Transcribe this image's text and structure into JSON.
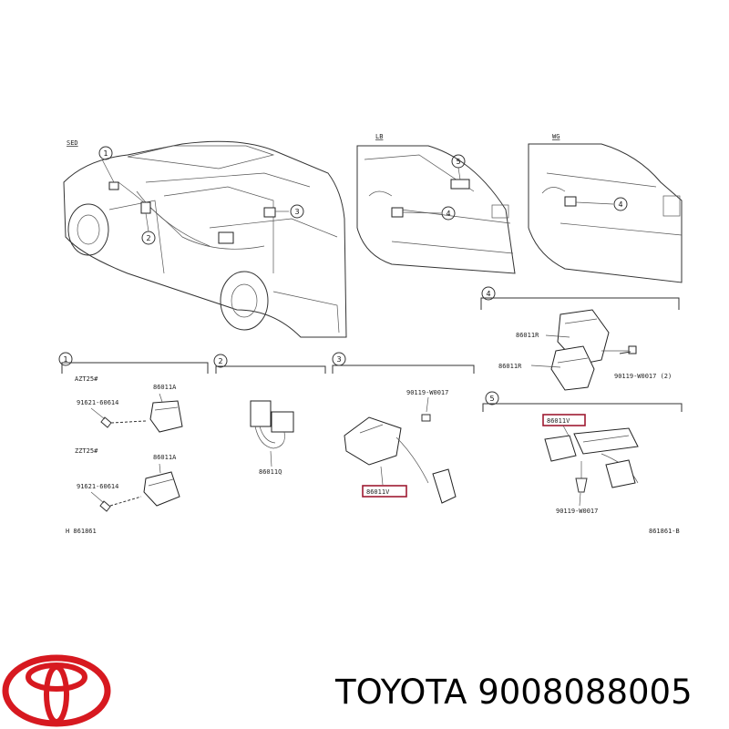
{
  "diagram": {
    "views": {
      "sedan": "SED",
      "liftback": "LB",
      "wagon": "WG"
    },
    "callouts": [
      "1",
      "2",
      "3",
      "4",
      "5"
    ],
    "section1": {
      "variant_a": "AZT25#",
      "variant_b": "ZZT25#",
      "part_a": "86011A",
      "bolt_a": "91621-60614",
      "part_b": "86011A",
      "bolt_b": "91621-60614"
    },
    "section2": {
      "part": "86011Q"
    },
    "section3": {
      "bolt": "90119-W0017",
      "part": "86011V"
    },
    "section4": {
      "part_top": "86011R",
      "part_bottom": "86011R",
      "bolt": "90119-W0017 (2)"
    },
    "section5": {
      "part": "86011V",
      "bolt": "90119-W0017"
    },
    "footer": {
      "left_ref": "H 861861",
      "right_ref": "861861-B"
    }
  },
  "brand": {
    "name": "TOYOTA",
    "part_number": "9008088005",
    "caption": "TOYOTA 9008088005",
    "logo_color": "#d71920"
  }
}
